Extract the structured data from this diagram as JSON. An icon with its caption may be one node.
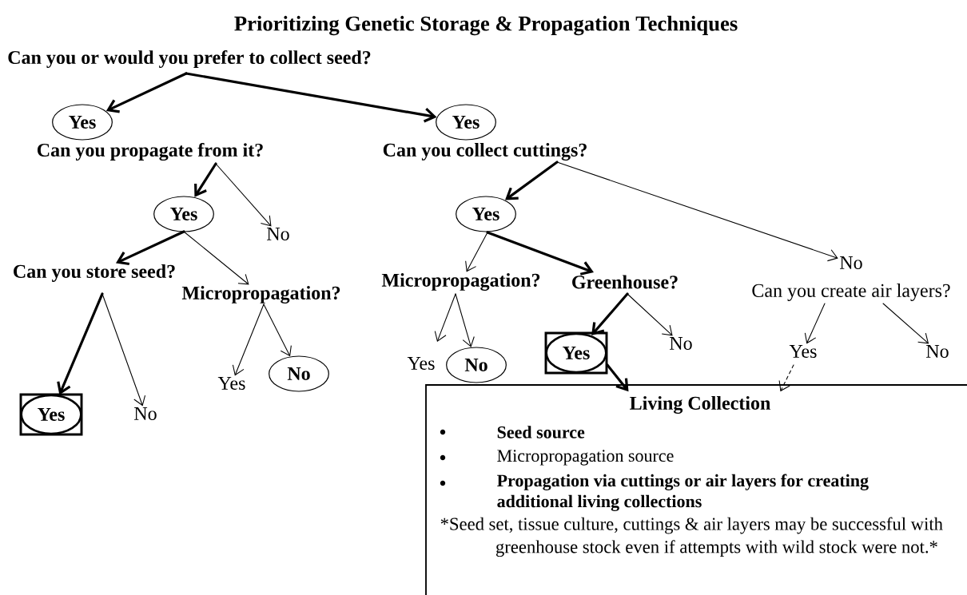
{
  "diagram": {
    "title": "Prioritizing Genetic Storage & Propagation Techniques",
    "nodes": [
      {
        "text": [
          "Can you or would you prefer to collect seed?"
        ]
      },
      {
        "text": [
          "Yes"
        ]
      },
      {
        "text": [
          "Yes"
        ]
      },
      {
        "text": [
          "Can you propagate from it?"
        ]
      },
      {
        "text": [
          "Can you collect cuttings?"
        ]
      },
      {
        "text": [
          "Yes"
        ]
      },
      {
        "text": [
          "No"
        ]
      },
      {
        "text": [
          "Yes"
        ]
      },
      {
        "text": [
          "No"
        ]
      },
      {
        "text": [
          "Can you store seed?"
        ]
      },
      {
        "text": [
          "Micropropagation?"
        ]
      },
      {
        "text": [
          "Micropropagation?"
        ]
      },
      {
        "text": [
          "Greenhouse?"
        ]
      },
      {
        "text": [
          "Can you create air layers?"
        ]
      },
      {
        "text": [
          "Yes"
        ]
      },
      {
        "text": [
          "No"
        ]
      },
      {
        "text": [
          "Yes"
        ]
      },
      {
        "text": [
          "No"
        ]
      },
      {
        "text": [
          "Yes"
        ]
      },
      {
        "text": [
          "No"
        ]
      },
      {
        "text": [
          "Yes"
        ]
      },
      {
        "text": [
          "No"
        ]
      },
      {
        "text": [
          "Yes"
        ]
      },
      {
        "text": [
          "No"
        ]
      },
      {
        "text": [
          "Living Collection",
          "Seed source",
          "Micropropagation source",
          "Propagation via cuttings or air layers for creating additional living collections",
          "*Seed set, tissue culture, cuttings & air layers may be successful with greenhouse stock even if attempts with wild stock were not.",
          "*"
        ]
      }
    ],
    "edges": [
      {
        "from": 0,
        "to": 1,
        "arrow": "to",
        "style": "thick"
      },
      {
        "from": 0,
        "to": 2,
        "arrow": "to",
        "style": "thick"
      },
      {
        "from": 3,
        "to": 5,
        "arrow": "to",
        "style": "thick"
      },
      {
        "from": 3,
        "to": 6,
        "arrow": "to"
      },
      {
        "from": 4,
        "to": 7,
        "arrow": "to",
        "style": "thick"
      },
      {
        "from": 4,
        "to": 8,
        "arrow": "to"
      },
      {
        "from": 5,
        "to": 9,
        "arrow": "to",
        "style": "thick"
      },
      {
        "from": 5,
        "to": 10,
        "arrow": "to"
      },
      {
        "from": 7,
        "to": 11,
        "arrow": "to"
      },
      {
        "from": 7,
        "to": 12,
        "arrow": "to",
        "style": "thick"
      },
      {
        "from": 9,
        "to": 22,
        "arrow": "to",
        "style": "thick"
      },
      {
        "from": 9,
        "to": 23,
        "arrow": "to"
      },
      {
        "from": 10,
        "to": 14,
        "arrow": "to"
      },
      {
        "from": 10,
        "to": 15,
        "arrow": "to"
      },
      {
        "from": 11,
        "to": 16,
        "arrow": "to"
      },
      {
        "from": 11,
        "to": 17,
        "arrow": "to"
      },
      {
        "from": 12,
        "to": 18,
        "arrow": "to",
        "style": "thick"
      },
      {
        "from": 12,
        "to": 19,
        "arrow": "to"
      },
      {
        "from": 13,
        "to": 20,
        "arrow": "to"
      },
      {
        "from": 13,
        "to": 21,
        "arrow": "to"
      },
      {
        "from": 18,
        "to": 24,
        "arrow": "to",
        "style": "thick"
      },
      {
        "from": 20,
        "to": 24,
        "arrow": "to",
        "style": "dashed"
      }
    ]
  }
}
